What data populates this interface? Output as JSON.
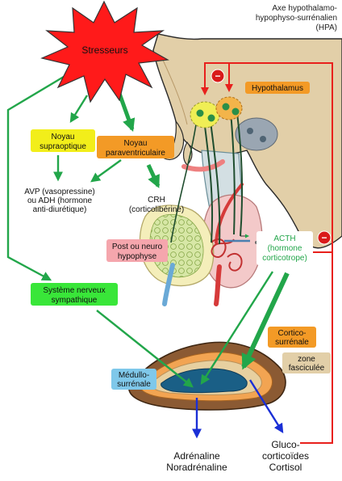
{
  "title": {
    "line1": "Axe hypothalamo-",
    "line2": "hypophyso-surrénalien",
    "line3": "(HPA)"
  },
  "stressors": "Stresseurs",
  "hypothalamus": "Hypothalamus",
  "noyau_supraoptique": {
    "line1": "Noyau",
    "line2": "supraoptique"
  },
  "noyau_paraventriculaire": {
    "line1": "Noyau",
    "line2": "paraventriculaire"
  },
  "avp": {
    "line1": "AVP (vasopressine)",
    "line2": "ou ADH (hormone",
    "line3": "anti-diurétique)"
  },
  "crh": {
    "line1": "CRH",
    "line2": "(corticolibérine)"
  },
  "post_hypophyse": {
    "line1": "Post ou neuro",
    "line2": "hypophyse"
  },
  "acth": {
    "line1": "ACTH",
    "line2": "(hormone",
    "line3": "corticotrope)"
  },
  "snc": {
    "line1": "Système nerveux",
    "line2": "sympathique"
  },
  "corticosurrenale": {
    "line1": "Cortico-",
    "line2": "surrénale"
  },
  "zone_fasciculee": {
    "line1": "zone",
    "line2": "fasciculée"
  },
  "medullo": {
    "line1": "Médullo-",
    "line2": "surrénale"
  },
  "adrenaline": {
    "line1": "Adrénaline",
    "line2": "Noradrénaline"
  },
  "glucocorticoides": {
    "line1": "Gluco-",
    "line2": "corticoïdes",
    "line3": "Cortisol"
  },
  "feedback_sign": "−",
  "colors": {
    "stress_red": "#ff1a1a",
    "arrow_green": "#22a64a",
    "feedback_red": "#e8201c",
    "output_blue": "#1a2fd6",
    "label_yellow": "#f2ee1a",
    "label_orange": "#f39a26",
    "label_pink": "#f5a6ad",
    "label_green": "#39e639",
    "label_blue": "#7fc8ea",
    "tissue_tan": "#e2cfa8"
  }
}
